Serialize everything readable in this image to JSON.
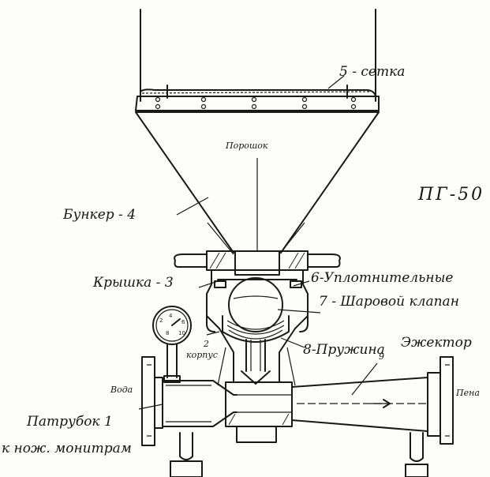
{
  "title": "ПГ-50",
  "labels": {
    "setka": "5 - сетка",
    "poroshok": "Порошок",
    "bunker": "Бункер - 4",
    "kryshka": "Крышка - 3",
    "uplotnitelnye": "6-Уплотнительные",
    "sharovoy": "7 - Шаровой клапан",
    "korpus_num": "2",
    "korpus": "корпус",
    "pruzhina": "8-Пружина",
    "ezhektor_num": "9",
    "ezhektor": "Эжектор",
    "voda": "Вода",
    "pena": "Пена",
    "patrubok": "Патрубок 1",
    "knozh": "к нож. монитрам"
  }
}
